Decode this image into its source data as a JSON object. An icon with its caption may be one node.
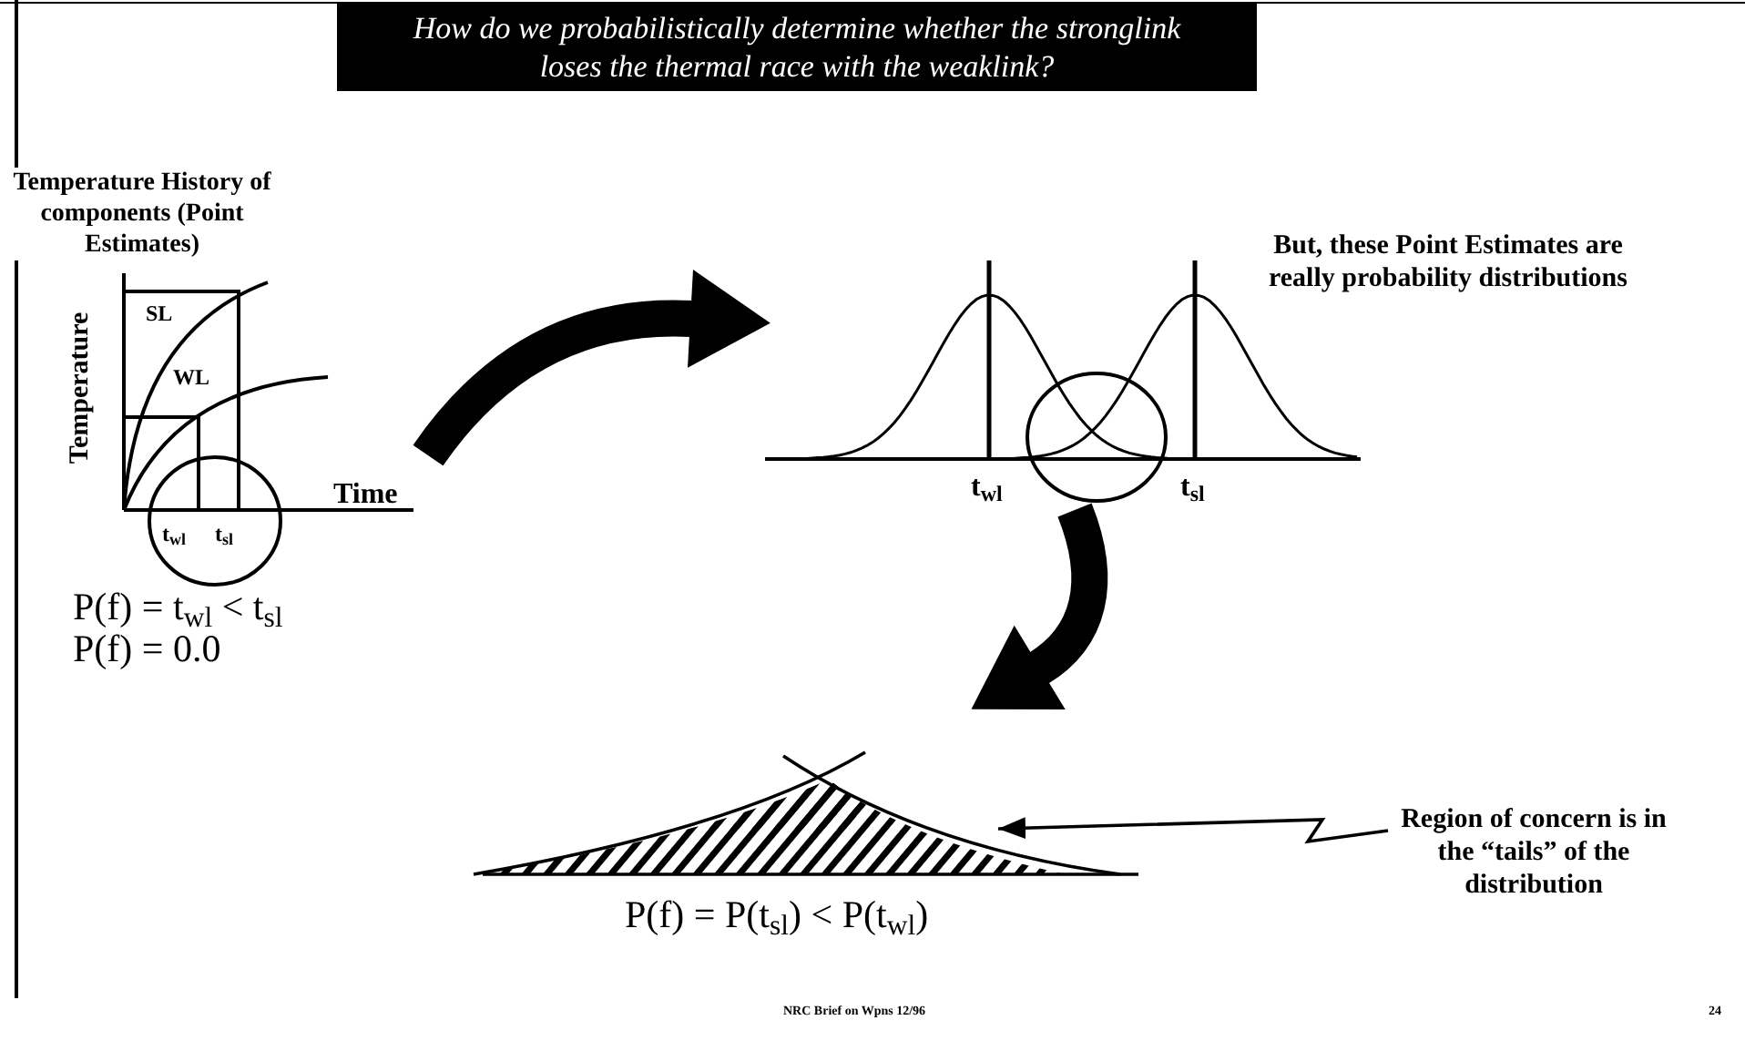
{
  "diagram": {
    "title": "How do we probabilistically determine whether the stronglink loses the thermal race with the weaklink?",
    "nodes": [
      {
        "text": [
          "Temperature History of components (Point Estimates)",
          "SL",
          "WL",
          "Temperature",
          "t$_{wl}$",
          "t$_{sl}$",
          "Time"
        ],
        "beside": [
          "P(f) = t$_{wl}$ < t$_{sl}$",
          "P(f) = 0.0"
        ]
      },
      {
        "text": [
          "t$_{wl}$",
          "t$_{sl}$"
        ],
        "beside": [
          "But, these Point Estimates are really probability distributions"
        ]
      },
      {
        "text": [
          "P(f) = P(t$_{sl}$) < P(t$_{wl}$)"
        ]
      },
      {
        "text": [
          "Region of concern is in the “tails” of the distribution"
        ]
      },
      {
        "text": [],
        "shape": "picture",
        "in": 2
      }
    ],
    "edges": [
      {
        "from": 0,
        "to": 1,
        "arrow": "to"
      },
      {
        "from": 1,
        "to": 2,
        "arrow": "to"
      },
      {
        "from": 3,
        "to": 4,
        "arrow": "to"
      }
    ],
    "labels": [
      "NRC Brief on Wpns 12/96",
      "24"
    ]
  }
}
